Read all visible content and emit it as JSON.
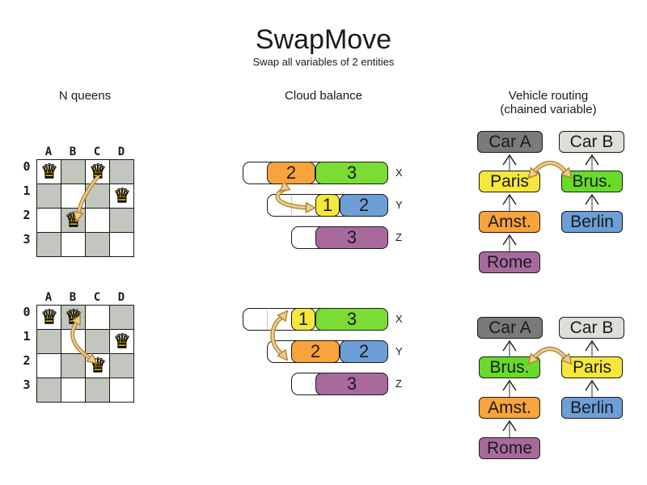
{
  "title": "SwapMove",
  "subtitle": "Swap all variables of 2 entities",
  "sections": {
    "nqueens_header": "N queens",
    "cloud_header": "Cloud balance",
    "vehicle_header_line1": "Vehicle routing",
    "vehicle_header_line2": "(chained variable)"
  },
  "nqueens": {
    "column_labels": [
      "A",
      "B",
      "C",
      "D"
    ],
    "row_labels": [
      "0",
      "1",
      "2",
      "3"
    ],
    "queen_glyph": "♛",
    "before": {
      "queens": [
        {
          "col": "A",
          "row": 0
        },
        {
          "col": "C",
          "row": 0
        },
        {
          "col": "D",
          "row": 1
        },
        {
          "col": "B",
          "row": 2
        }
      ],
      "swap": [
        "C0",
        "B2"
      ]
    },
    "after": {
      "queens": [
        {
          "col": "A",
          "row": 0
        },
        {
          "col": "B",
          "row": 0
        },
        {
          "col": "D",
          "row": 1
        },
        {
          "col": "C",
          "row": 2
        }
      ],
      "swap": [
        "B0",
        "C2"
      ]
    }
  },
  "cloud": {
    "labels": [
      "X",
      "Y",
      "Z"
    ],
    "before": {
      "rows": [
        {
          "label": "X",
          "capacity": 6,
          "blocks": [
            {
              "v": "2",
              "color": "orange"
            },
            {
              "v": "3",
              "color": "green"
            }
          ]
        },
        {
          "label": "Y",
          "capacity": 5,
          "blocks": [
            {
              "v": "1",
              "color": "yellow"
            },
            {
              "v": "2",
              "color": "blue"
            }
          ]
        },
        {
          "label": "Z",
          "capacity": 4,
          "blocks": [
            {
              "v": "3",
              "color": "purple"
            }
          ]
        }
      ],
      "swap": [
        "X:2-orange",
        "Y:1-yellow"
      ]
    },
    "after": {
      "rows": [
        {
          "label": "X",
          "capacity": 6,
          "blocks": [
            {
              "v": "1",
              "color": "yellow"
            },
            {
              "v": "3",
              "color": "green"
            }
          ]
        },
        {
          "label": "Y",
          "capacity": 5,
          "blocks": [
            {
              "v": "2",
              "color": "orange"
            },
            {
              "v": "2",
              "color": "blue"
            }
          ]
        },
        {
          "label": "Z",
          "capacity": 4,
          "blocks": [
            {
              "v": "3",
              "color": "purple"
            }
          ]
        }
      ],
      "swap": [
        "X:1-yellow",
        "Y:2-orange"
      ]
    }
  },
  "vehicle": {
    "before": {
      "chain_a": [
        "Car A",
        "Paris",
        "Amst.",
        "Rome"
      ],
      "chain_b": [
        "Car B",
        "Brus.",
        "Berlin"
      ],
      "swap": [
        "Paris",
        "Brus."
      ]
    },
    "after": {
      "chain_a": [
        "Car A",
        "Brus.",
        "Amst.",
        "Rome"
      ],
      "chain_b": [
        "Car B",
        "Paris",
        "Berlin"
      ],
      "swap": [
        "Brus.",
        "Paris"
      ]
    }
  },
  "palette": {
    "orange": "#F9A33C",
    "green_visit": "#68DB2A",
    "green_block": "#7ADC35",
    "yellow": "#F5E73B",
    "blue": "#6D9ED6",
    "purple": "#A86A9D",
    "car_a_gray": "#7A7A7A",
    "car_b_gray": "#DCDFD8",
    "board_gray": "#C2C6BE",
    "queen_gold": "#F4CE15",
    "swap_arrow_fill": "#EACD96",
    "swap_arrow_stroke": "#B5832A"
  }
}
